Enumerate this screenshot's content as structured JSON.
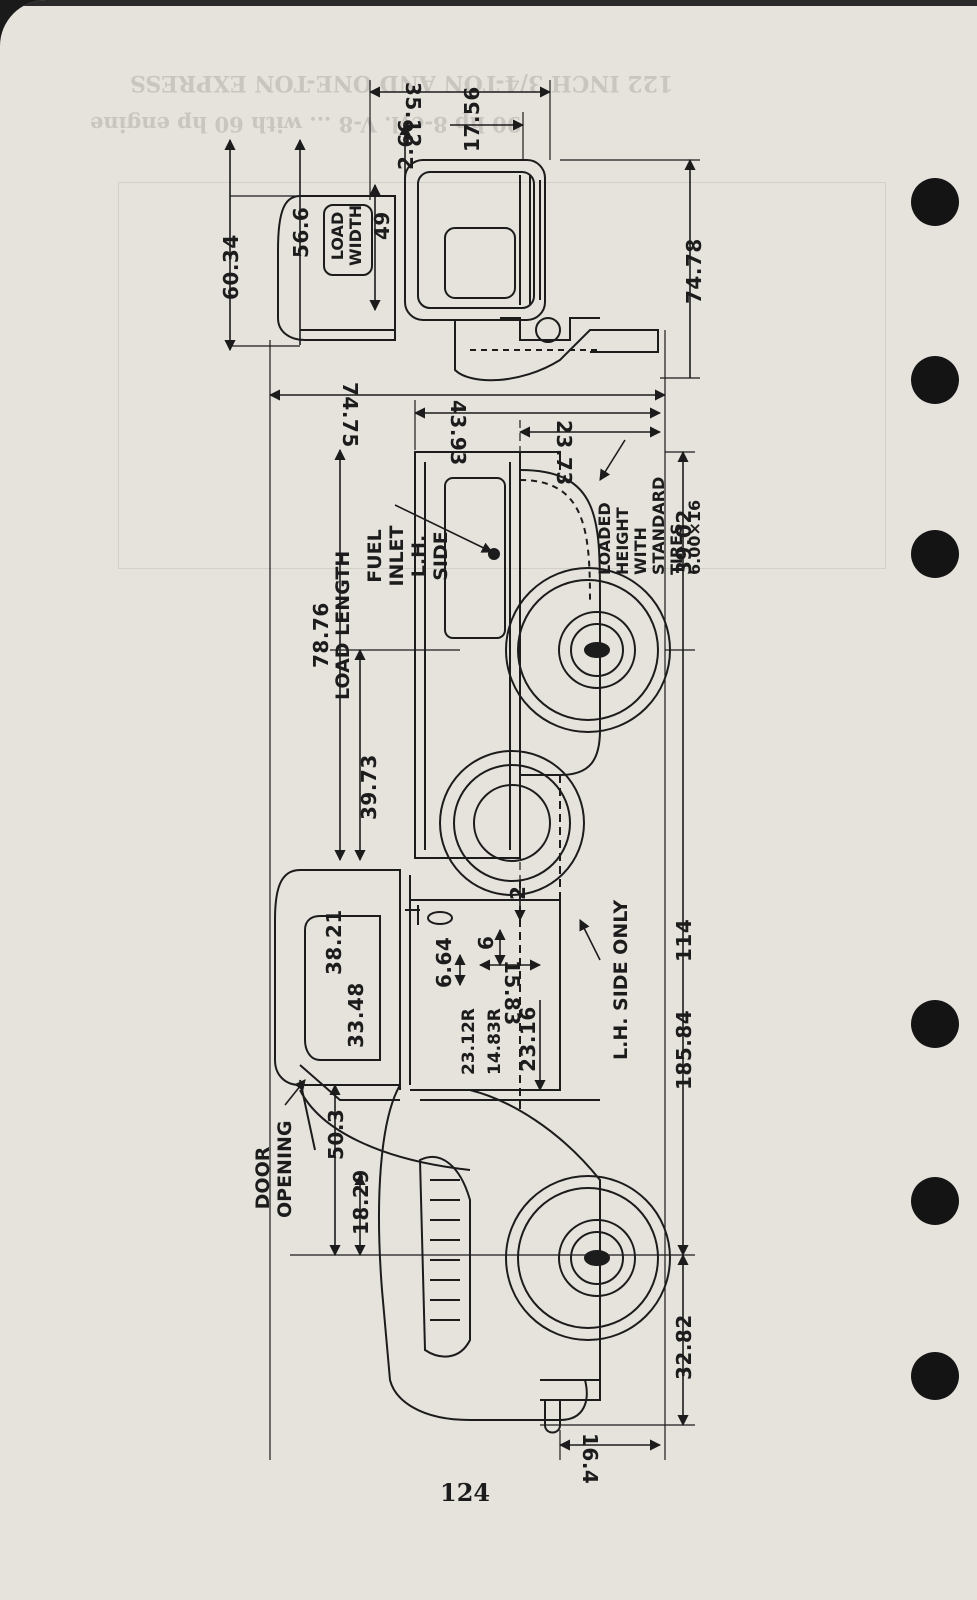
{
  "page": {
    "number": "124",
    "background": "#e6e3dd",
    "ink": "#1c1c1c",
    "hole_color": "#141414"
  },
  "show_through": {
    "title_line_1": "122 INCH 3/4-TON AND ONE-TON EXPRESS",
    "title_line_2": "90 hp 8-cyl. V-8 ... with 60 hp engine"
  },
  "dimensions": {
    "overall_height_cab": "60.34",
    "body_height": "56.6",
    "load_width": "49",
    "load_width_label": "LOAD WIDTH",
    "top_width": "2.66",
    "rear_width": "17.56",
    "overall_width_top": "35.12",
    "overall_height_right": "74.78",
    "overall_width_left": "74.75",
    "rear_tread": "43.93",
    "rear_overhang": "23.73",
    "loaded_height_label": "LOADED HEIGHT WITH STANDARD TIRES 6.00×16",
    "fuel_inlet_label": "FUEL INLET L.H. SIDE",
    "load_length": "78.76",
    "load_length_label": "LOAD LENGTH",
    "body_length": "39.73",
    "rear_axle_to_end": "39.02",
    "step_height": "2",
    "window_height": "38.21",
    "door_dim_1": "6.64",
    "door_dim_2": "6",
    "door_dim_3": "15.83",
    "window_width": "33.48",
    "radius_1": "23.12R",
    "radius_2": "14.83R",
    "step_dim": "23.16",
    "lh_side_only": "L.H. SIDE ONLY",
    "wheelbase": "114",
    "overall_length": "185.84",
    "door_opening_height": "50.3",
    "door_opening_label": "DOOR OPENING",
    "door_bottom": "18.29",
    "front_overhang": "32.82",
    "front_bumper": "16.4"
  },
  "icons": [
    "binder-hole-icon",
    "truck-side-view-drawing",
    "truck-rear-view-drawing",
    "wheel-hub-icon"
  ]
}
